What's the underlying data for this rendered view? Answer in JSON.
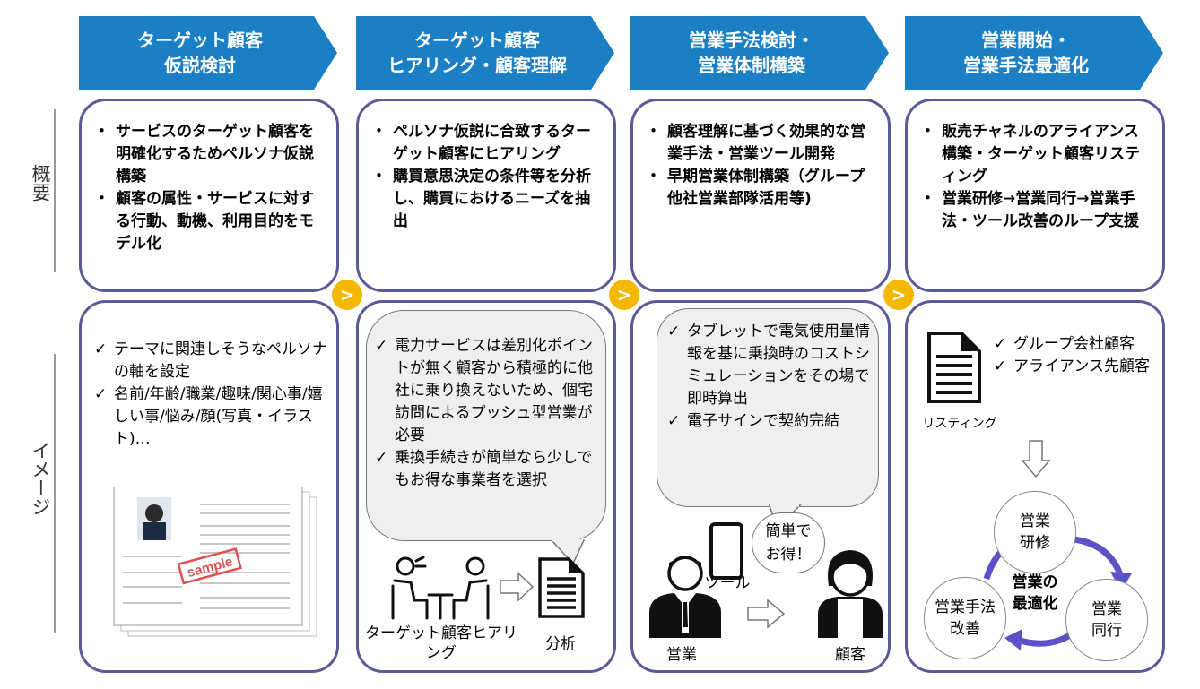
{
  "side_labels": {
    "overview": "概要",
    "image": "イメージ"
  },
  "colors": {
    "chevron": "#1a7fc4",
    "border": "#5b5a96",
    "arrow": "#f5b800",
    "cycle": "#5b52c8",
    "bubble": "#efefef"
  },
  "step_arrow_glyph": ">",
  "columns": [
    {
      "title": [
        "ターゲット顧客",
        "仮説検討"
      ],
      "overview": [
        "サービスのターゲット顧客を明確化するためペルソナ仮説構築",
        "顧客の属性・サービスに対する行動、動機、利用目的をモデル化"
      ],
      "checks": [
        "テーマに関連しそうなペルソナの軸を設定",
        "名前/年齢/職業/趣味/関心事/嬉しい事/悩み/顔(写真・イラスト)…"
      ],
      "sample_stamp": "sample"
    },
    {
      "title": [
        "ターゲット顧客",
        "ヒアリング・顧客理解"
      ],
      "overview": [
        "ペルソナ仮説に合致するターゲット顧客にヒアリング",
        "購買意思決定の条件等を分析し、購買におけるニーズを抽出"
      ],
      "checks": [
        "電力サービスは差別化ポイントが無く顧客から積極的に他社に乗り換えないため、個宅訪問によるプッシュ型営業が必要",
        "乗換手続きが簡単なら少しでもお得な事業者を選択"
      ],
      "labels": {
        "hearing": "ターゲット顧客ヒアリング",
        "analysis": "分析"
      }
    },
    {
      "title": [
        "営業手法検討・",
        "営業体制構築"
      ],
      "overview": [
        "顧客理解に基づく効果的な営業手法・営業ツール開発",
        "早期営業体制構築（グループ他社営業部隊活用等)"
      ],
      "checks": [
        "タブレットで電気使用量情報を基に乗換時のコストシミュレーションをその場で即時算出",
        "電子サインで契約完結"
      ],
      "labels": {
        "tool": "ツール",
        "sales": "営業",
        "customer": "顧客",
        "speech": [
          "簡単で",
          "お得！"
        ]
      }
    },
    {
      "title": [
        "営業開始・",
        "営業手法最適化"
      ],
      "overview": [
        "販売チャネルのアライアンス構築・ターゲット顧客リスティング",
        "営業研修→営業同行→営業手法・ツール改善のループ支援"
      ],
      "checks": [
        "グループ会社顧客",
        "アライアンス先顧客"
      ],
      "labels": {
        "listing": "リスティング",
        "training": [
          "営業",
          "研修"
        ],
        "accompany": [
          "営業",
          "同行"
        ],
        "improve": [
          "営業手法",
          "改善"
        ],
        "center": [
          "営業の",
          "最適化"
        ]
      }
    }
  ]
}
